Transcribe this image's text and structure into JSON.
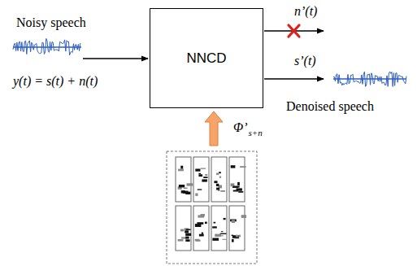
{
  "diagram": {
    "nodes": [
      {
        "text": [
          "NNCD"
        ]
      }
    ],
    "labels": [
      "Noisy speech",
      "y(t) = s(t) + n(t)",
      "n’(t)",
      "s’(t)",
      "Denoised speech",
      "Φ’",
      "s+n"
    ]
  }
}
